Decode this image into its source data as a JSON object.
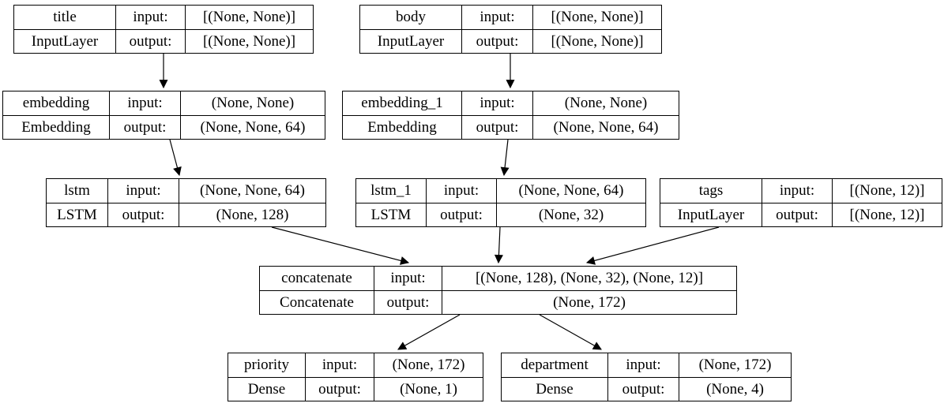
{
  "diagram": {
    "kind": "keras-model-architecture-graph",
    "input_label": "input:",
    "output_label": "output:",
    "colors": {
      "background": "#ffffff",
      "node_border": "#000000",
      "text": "#000000",
      "edge": "#000000"
    },
    "nodes": [
      {
        "id": "title",
        "name": "title",
        "layer_type": "InputLayer",
        "input_shape": "[(None, None)]",
        "output_shape": "[(None, None)]"
      },
      {
        "id": "body",
        "name": "body",
        "layer_type": "InputLayer",
        "input_shape": "[(None, None)]",
        "output_shape": "[(None, None)]"
      },
      {
        "id": "embedding",
        "name": "embedding",
        "layer_type": "Embedding",
        "input_shape": "(None, None)",
        "output_shape": "(None, None, 64)"
      },
      {
        "id": "embedding_1",
        "name": "embedding_1",
        "layer_type": "Embedding",
        "input_shape": "(None, None)",
        "output_shape": "(None, None, 64)"
      },
      {
        "id": "lstm",
        "name": "lstm",
        "layer_type": "LSTM",
        "input_shape": "(None, None, 64)",
        "output_shape": "(None, 128)"
      },
      {
        "id": "lstm_1",
        "name": "lstm_1",
        "layer_type": "LSTM",
        "input_shape": "(None, None, 64)",
        "output_shape": "(None, 32)"
      },
      {
        "id": "tags",
        "name": "tags",
        "layer_type": "InputLayer",
        "input_shape": "[(None, 12)]",
        "output_shape": "[(None, 12)]"
      },
      {
        "id": "concatenate",
        "name": "concatenate",
        "layer_type": "Concatenate",
        "input_shape": "[(None, 128), (None, 32), (None, 12)]",
        "output_shape": "(None, 172)"
      },
      {
        "id": "priority",
        "name": "priority",
        "layer_type": "Dense",
        "input_shape": "(None, 172)",
        "output_shape": "(None, 1)"
      },
      {
        "id": "department",
        "name": "department",
        "layer_type": "Dense",
        "input_shape": "(None, 172)",
        "output_shape": "(None, 4)"
      }
    ],
    "edges": [
      {
        "from": "title",
        "to": "embedding"
      },
      {
        "from": "body",
        "to": "embedding_1"
      },
      {
        "from": "embedding",
        "to": "lstm"
      },
      {
        "from": "embedding_1",
        "to": "lstm_1"
      },
      {
        "from": "lstm",
        "to": "concatenate"
      },
      {
        "from": "lstm_1",
        "to": "concatenate"
      },
      {
        "from": "tags",
        "to": "concatenate"
      },
      {
        "from": "concatenate",
        "to": "priority"
      },
      {
        "from": "concatenate",
        "to": "department"
      }
    ]
  }
}
